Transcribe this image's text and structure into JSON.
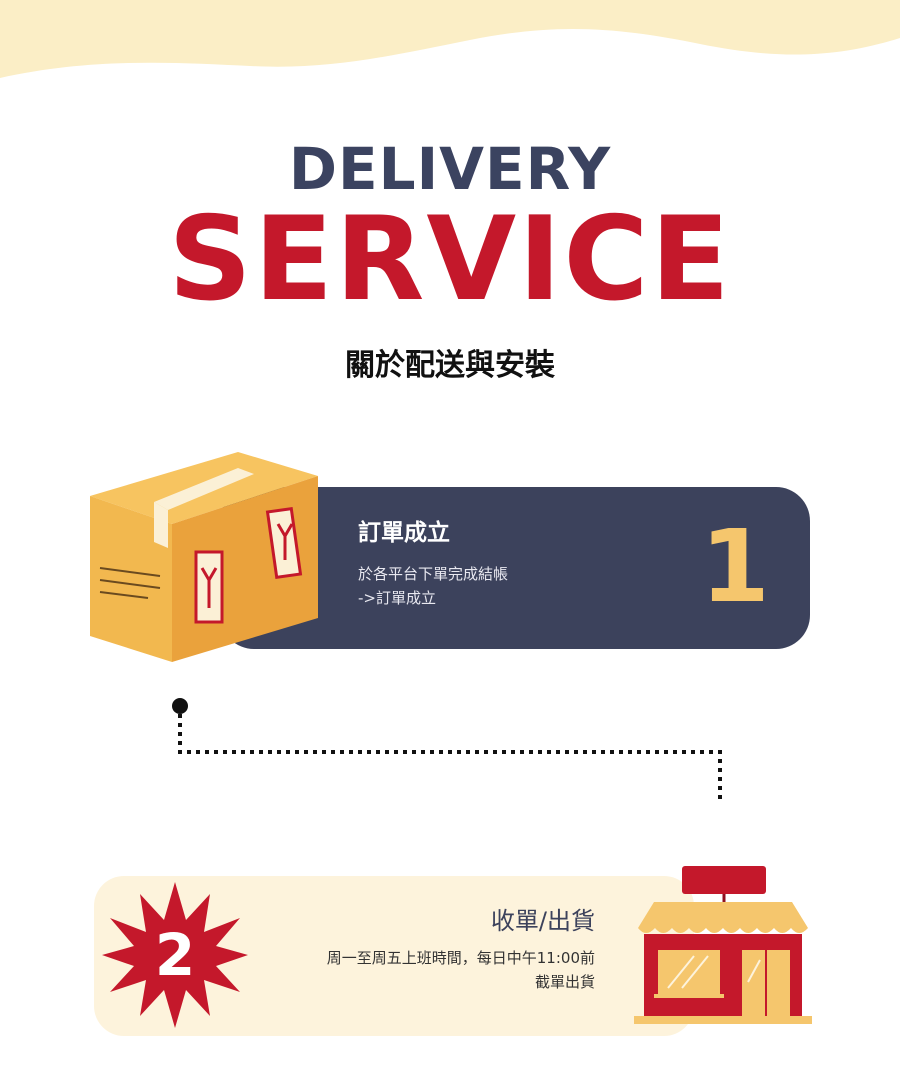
{
  "header": {
    "title_line1": "DELIVERY",
    "title_line2": "SERVICE",
    "subtitle": "關於配送與安裝"
  },
  "steps": [
    {
      "number": "1",
      "title": "訂單成立",
      "description_lines": [
        "於各平台下單完成結帳",
        "->訂單成立"
      ],
      "icon": "package-box-icon"
    },
    {
      "number": "2",
      "title": "收單/出貨",
      "description_lines": [
        "周一至周五上班時間，每日中午11:00前",
        "截單出貨"
      ],
      "icon": "storefront-icon"
    }
  ],
  "colors": {
    "navy": "#3c425c",
    "red": "#c4182b",
    "yellow": "#f5c66d",
    "cream": "#fdf3dc",
    "box": "#f2b84f"
  }
}
